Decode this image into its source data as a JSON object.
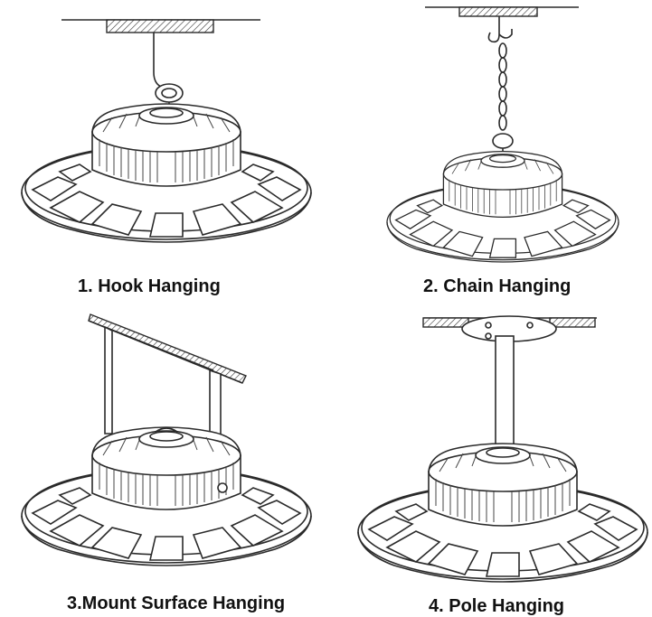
{
  "panels": [
    {
      "id": "hook",
      "caption": "1. Hook Hanging"
    },
    {
      "id": "chain",
      "caption": "2. Chain Hanging"
    },
    {
      "id": "mount",
      "caption": "3.Mount Surface Hanging"
    },
    {
      "id": "pole",
      "caption": "4. Pole Hanging"
    }
  ],
  "icons": {
    "fixture": "ufo-high-bay-light-icon",
    "hook": "eye-hook-icon",
    "chain": "chain-icon",
    "bracket": "mounting-bracket-icon",
    "pole": "pole-icon"
  },
  "colors": {
    "line": "#2a2a2a",
    "background": "#ffffff"
  }
}
